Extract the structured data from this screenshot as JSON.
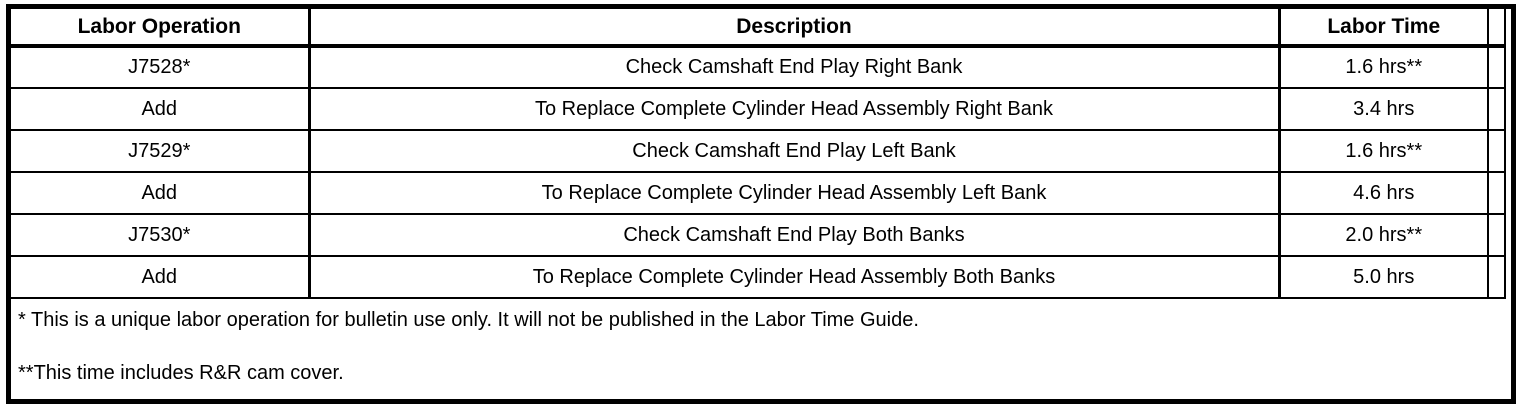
{
  "colors": {
    "border": "#000000",
    "background": "#ffffff",
    "text": "#000000"
  },
  "table": {
    "headers": [
      "Labor Operation",
      "Description",
      "Labor Time"
    ],
    "rows": [
      {
        "op": "J7528*",
        "desc": "Check Camshaft End Play Right Bank",
        "time": "1.6 hrs**"
      },
      {
        "op": "Add",
        "desc": "To Replace Complete Cylinder Head Assembly Right Bank",
        "time": "3.4 hrs"
      },
      {
        "op": "J7529*",
        "desc": "Check Camshaft End Play Left Bank",
        "time": "1.6 hrs**"
      },
      {
        "op": "Add",
        "desc": "To Replace Complete Cylinder Head Assembly Left Bank",
        "time": "4.6 hrs"
      },
      {
        "op": "J7530*",
        "desc": "Check Camshaft End Play Both Banks",
        "time": "2.0 hrs**"
      },
      {
        "op": "Add",
        "desc": "To Replace Complete Cylinder Head Assembly Both Banks",
        "time": "5.0 hrs"
      }
    ],
    "footnotes": [
      "* This is a unique labor operation for bulletin use only. It will not be published in the Labor Time Guide.",
      "**This time includes R&R cam cover."
    ]
  }
}
